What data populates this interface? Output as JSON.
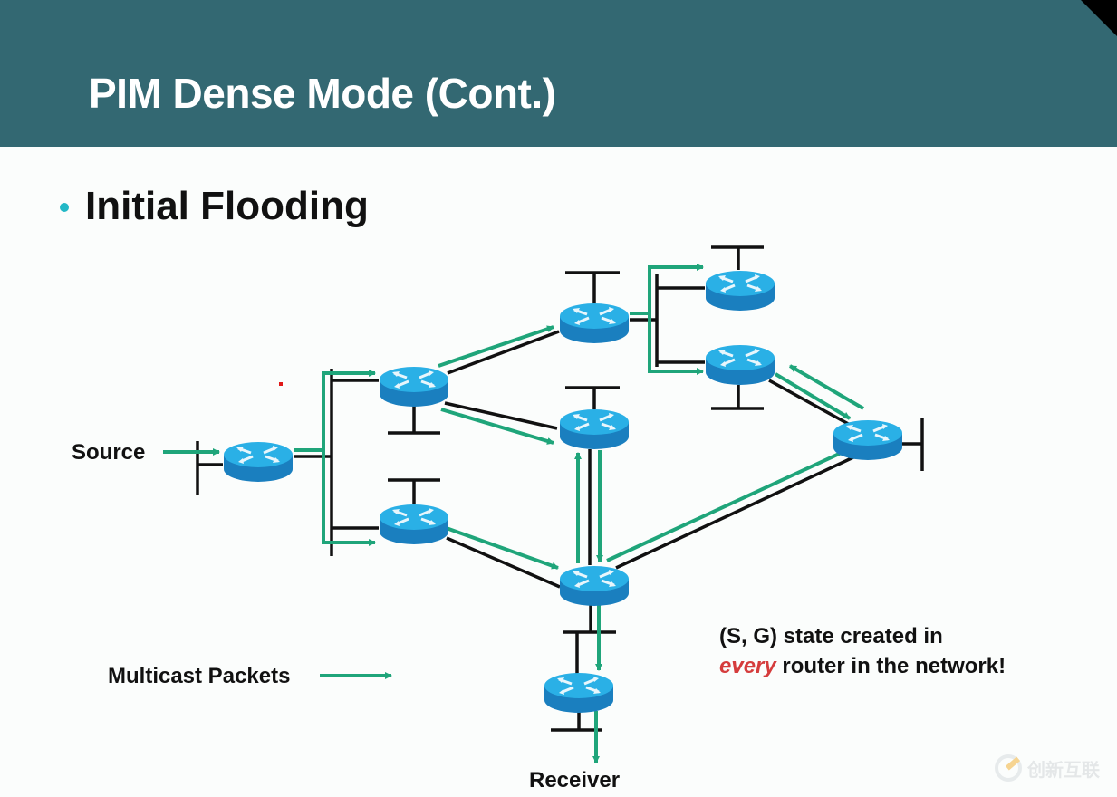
{
  "slide": {
    "title": "PIM Dense Mode (Cont.)",
    "bullet": "Initial Flooding",
    "colors": {
      "header_bg": "#336872",
      "bullet": "#22b8c6",
      "flow_arrow": "#1fa57a",
      "router_top": "#2ab0e6",
      "router_side": "#1a7fbf",
      "link": "#111111",
      "emphasis": "#d53c3c"
    }
  },
  "diagram": {
    "labels": {
      "source": "Source",
      "receiver": "Receiver",
      "legend": "Multicast Packets"
    },
    "note": {
      "line1": "(S, G) state created in",
      "emphasis": "every",
      "line2_rest": " router in the network!"
    },
    "routers": [
      {
        "id": "r-source",
        "icon": "router-icon"
      },
      {
        "id": "r-upper-left",
        "icon": "router-icon"
      },
      {
        "id": "r-lower-left",
        "icon": "router-icon"
      },
      {
        "id": "r-top-center",
        "icon": "router-icon"
      },
      {
        "id": "r-middle-center",
        "icon": "router-icon"
      },
      {
        "id": "r-bottom-center",
        "icon": "router-icon"
      },
      {
        "id": "r-receiver",
        "icon": "router-icon"
      },
      {
        "id": "r-top-right-a",
        "icon": "router-icon"
      },
      {
        "id": "r-top-right-b",
        "icon": "router-icon"
      },
      {
        "id": "r-right",
        "icon": "router-icon"
      }
    ]
  },
  "watermark": {
    "text": "创新互联"
  }
}
